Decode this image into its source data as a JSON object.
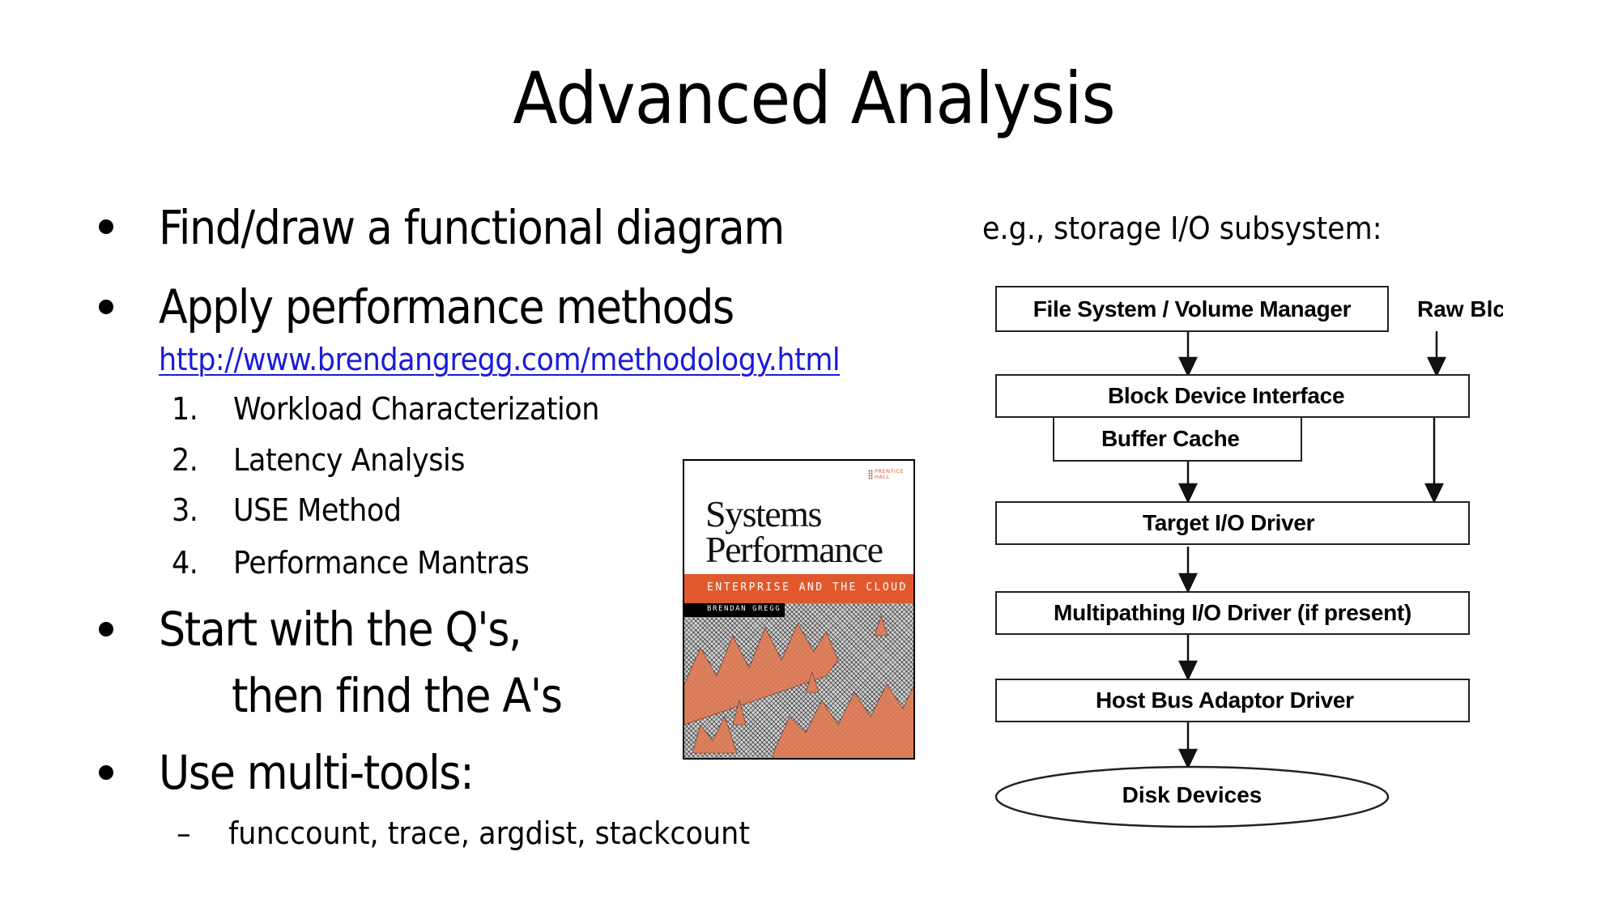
{
  "slide": {
    "title": "Advanced Analysis",
    "bullets": [
      {
        "text": "Find/draw a functional diagram"
      },
      {
        "text": "Apply performance methods",
        "link": "http://www.brendangregg.com/methodology.html",
        "numbered": [
          {
            "num": "1.",
            "text": "Workload Characterization"
          },
          {
            "num": "2.",
            "text": "Latency Analysis"
          },
          {
            "num": "3.",
            "text": "USE Method"
          },
          {
            "num": "4.",
            "text": "Performance Mantras"
          }
        ]
      },
      {
        "text": "Start with the Q's,",
        "continuation": "then find the A's"
      },
      {
        "text": "Use multi-tools:",
        "sub": {
          "dash": "–",
          "text": "funccount, trace, argdist, stackcount"
        }
      }
    ],
    "link_color": "#1a1adb"
  },
  "book": {
    "publisher_line1": "PRENTICE",
    "publisher_line2": "HALL",
    "title_line1": "Systems",
    "title_line2": "Performance",
    "subtitle": "ENTERPRISE AND THE CLOUD",
    "author": "BRENDAN GREGG",
    "accent_color": "#e2582d"
  },
  "diagram": {
    "caption": "e.g., storage I/O subsystem:",
    "nodes": {
      "file_system": "File System / Volume Manager",
      "raw_block": "Raw Blc",
      "block_device": "Block Device Interface",
      "buffer_cache": "Buffer Cache",
      "target_driver": "Target I/O Driver",
      "multipath": "Multipathing I/O Driver (if present)",
      "hba": "Host Bus Adaptor Driver",
      "disks": "Disk Devices"
    },
    "edges": [
      [
        "file_system",
        "block_device"
      ],
      [
        "raw_block",
        "block_device"
      ],
      [
        "buffer_cache",
        "target_driver"
      ],
      [
        "block_device",
        "target_driver"
      ],
      [
        "target_driver",
        "multipath"
      ],
      [
        "multipath",
        "hba"
      ],
      [
        "hba",
        "disks"
      ]
    ]
  }
}
